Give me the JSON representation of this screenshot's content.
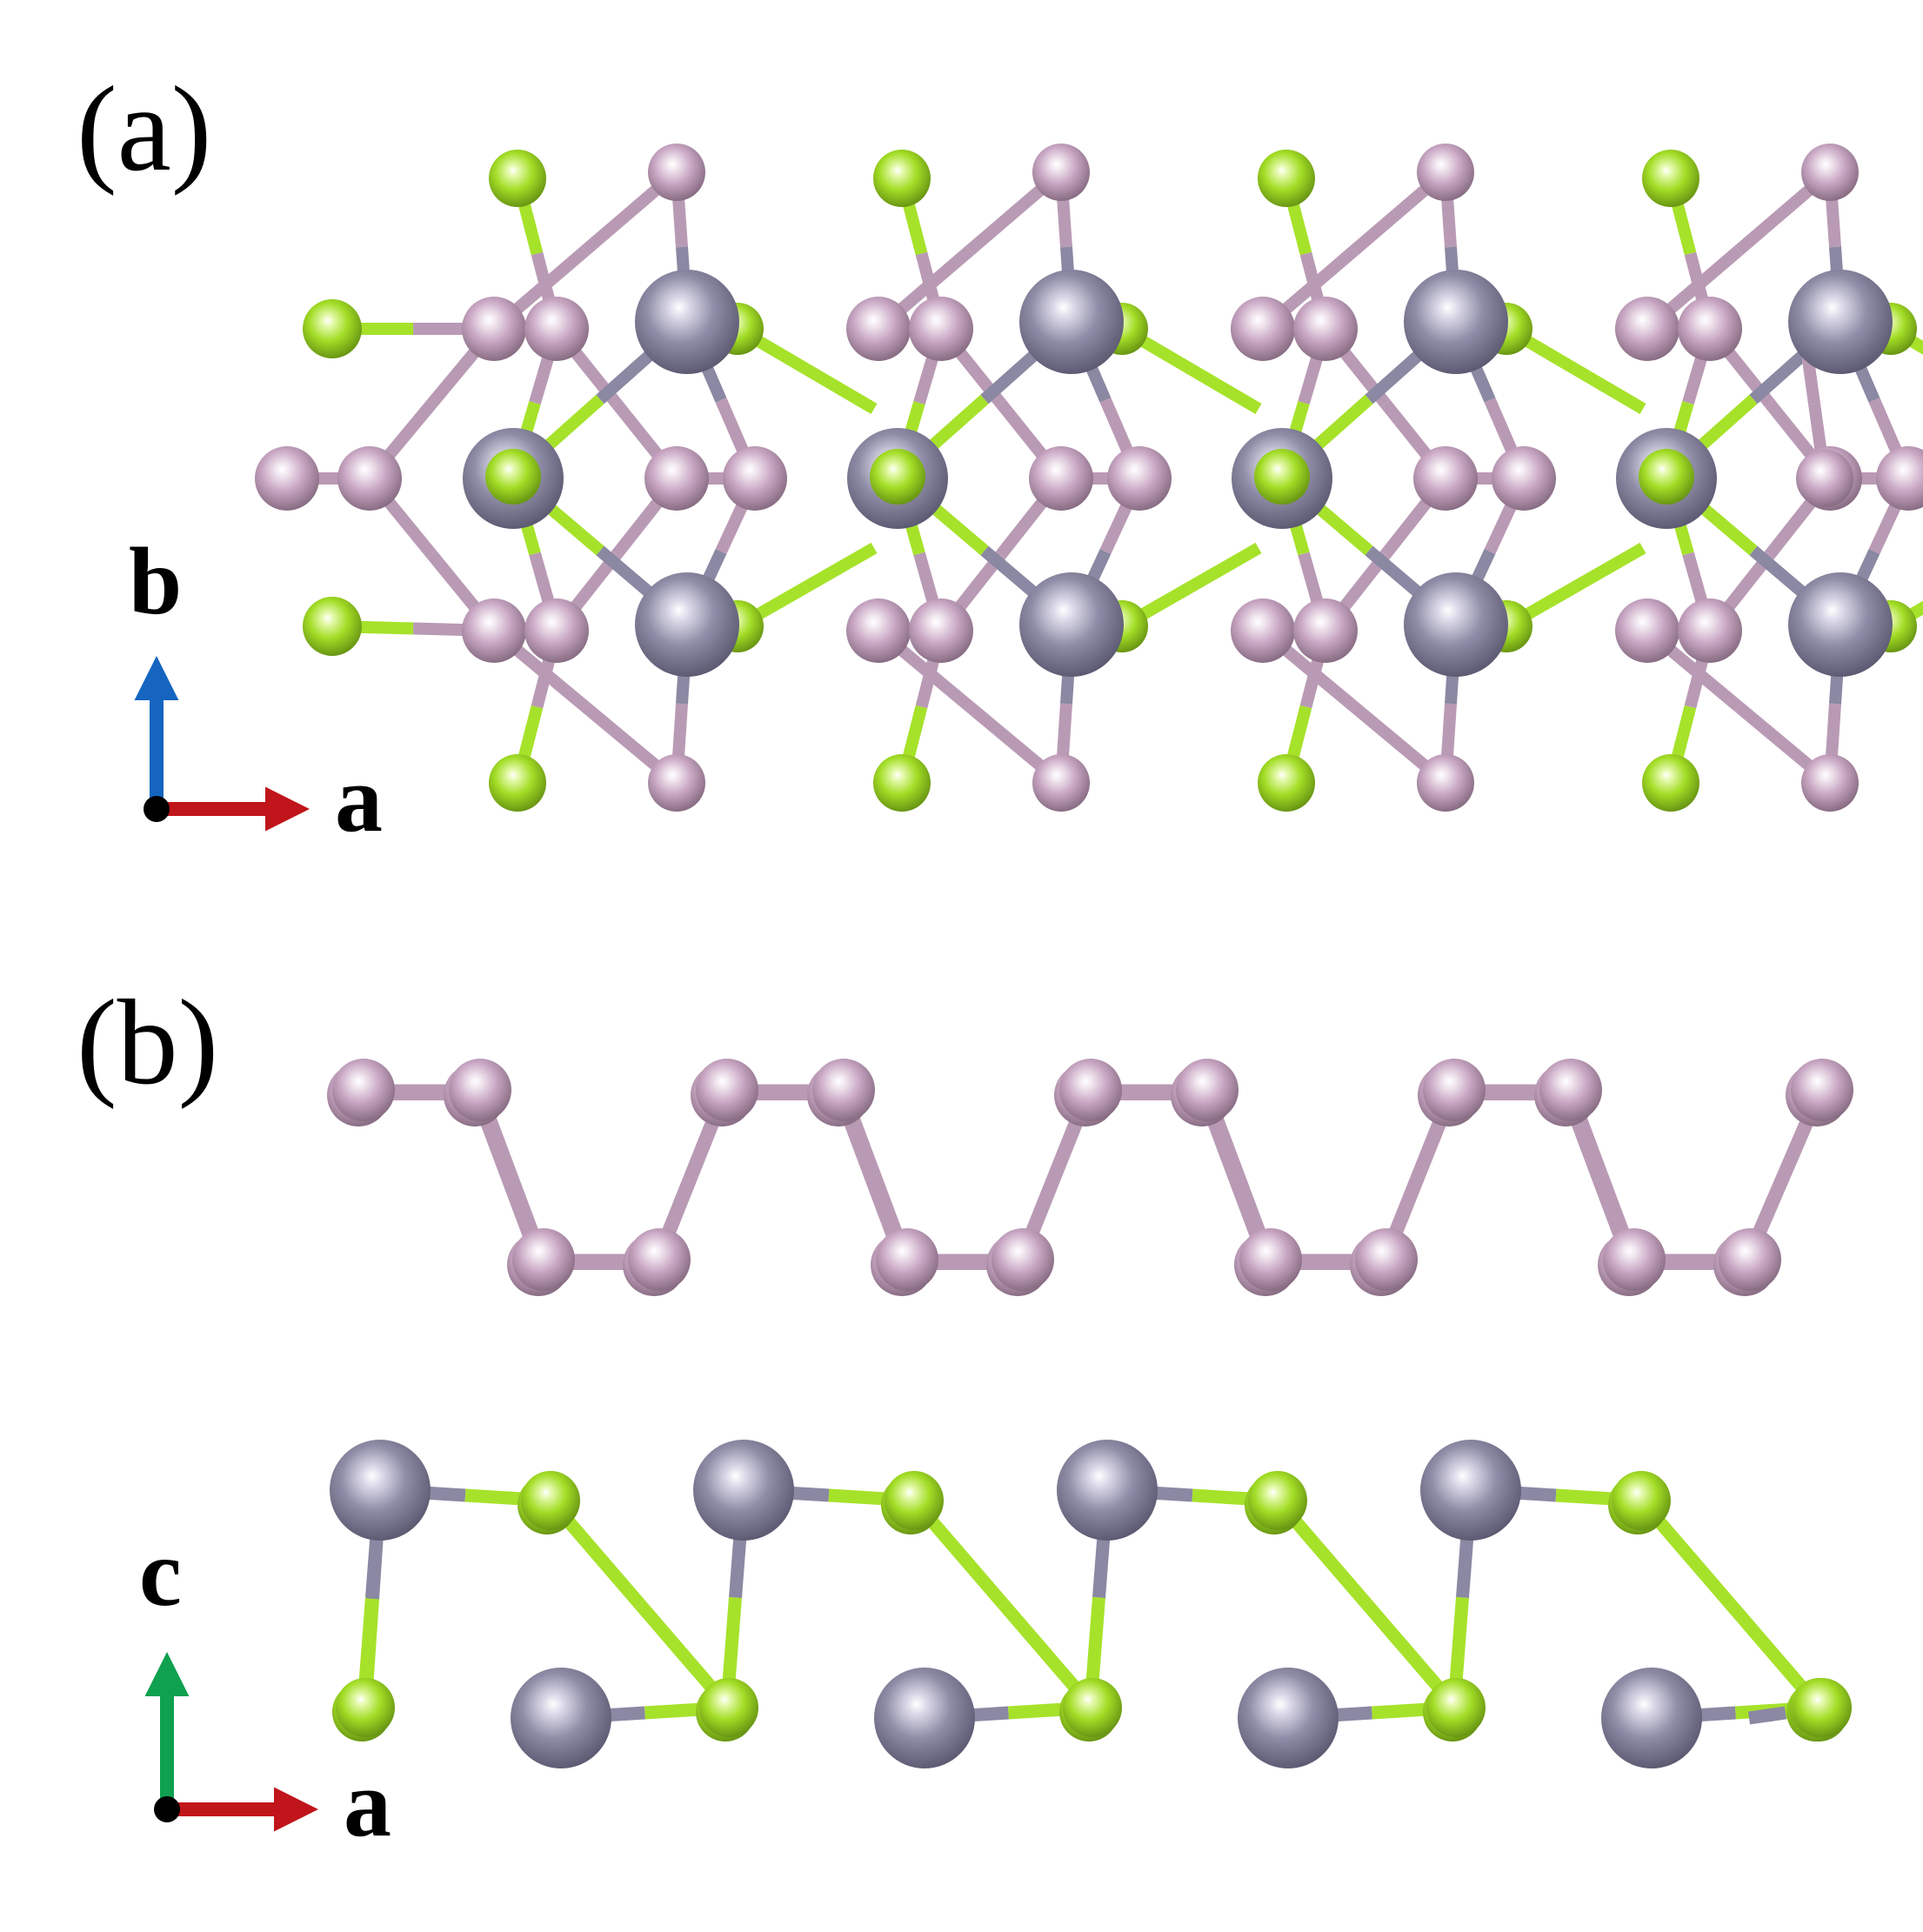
{
  "panels": [
    {
      "label": "(a)",
      "axis_vertical": "b",
      "axis_horizontal": "a",
      "vertical_axis_color": "#1565c0"
    },
    {
      "label": "(b)",
      "axis_vertical": "c",
      "axis_horizontal": "a",
      "vertical_axis_color": "#0fa050"
    }
  ],
  "colors": {
    "pink_atom": "#c9a7c4",
    "gray_atom": "#8e8ca6",
    "green_atom": "#a6e22a",
    "a_axis": "#c0151a",
    "origin": "#000000"
  }
}
